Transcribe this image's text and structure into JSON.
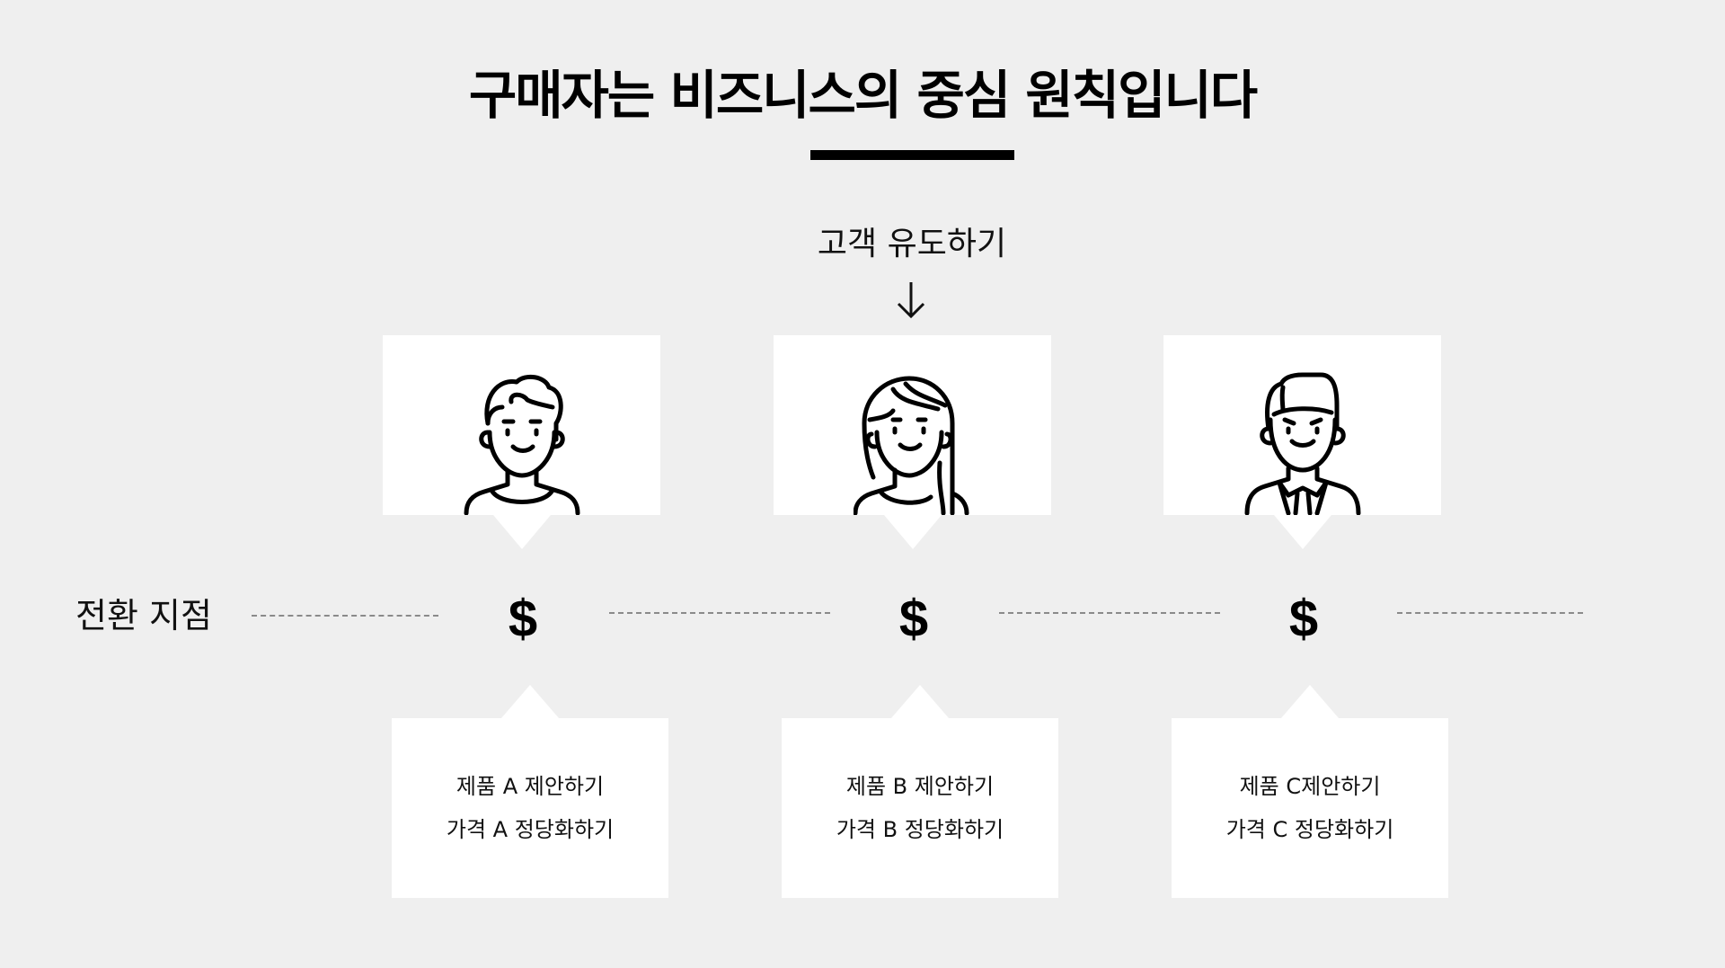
{
  "title": "구매자는 비즈니스의 중심 원칙입니다",
  "entry": {
    "label": "고객 유도하기",
    "arrow_icon": "arrow-down-icon"
  },
  "conversion": {
    "label": "전환 지점",
    "marker_symbol": "$"
  },
  "personas": [
    {
      "id": "A",
      "icon": "young-man-avatar-icon"
    },
    {
      "id": "B",
      "icon": "woman-long-hair-avatar-icon"
    },
    {
      "id": "C",
      "icon": "businessman-suit-avatar-icon"
    }
  ],
  "offers": [
    {
      "line1": "제품 A 제안하기",
      "line2": "가격 A 정당화하기"
    },
    {
      "line1": "제품 B 제안하기",
      "line2": "가격 B 정당화하기"
    },
    {
      "line1": "제품 C제안하기",
      "line2": "가격 C 정당화하기"
    }
  ],
  "colors": {
    "background": "#efefef",
    "card": "#ffffff",
    "ink": "#000000",
    "dash": "#8a8a8a"
  }
}
